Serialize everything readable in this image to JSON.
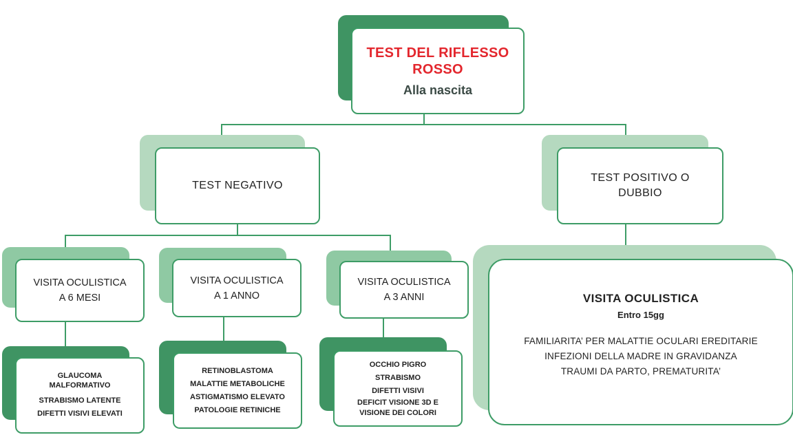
{
  "root": {
    "title_line1": "TEST DEL RIFLESSO",
    "title_line2": "ROSSO",
    "subtitle": "Alla nascita"
  },
  "negative": {
    "label": "TEST NEGATIVO"
  },
  "positive": {
    "line1": "TEST POSITIVO O",
    "line2": "DUBBIO"
  },
  "visits": [
    {
      "line1": "VISITA OCULISTICA",
      "line2": "A 6 MESI",
      "findings": [
        "GLAUCOMA",
        "MALFORMATIVO",
        "STRABISMO LATENTE",
        "DIFETTI VISIVI ELEVATI"
      ]
    },
    {
      "line1": "VISITA OCULISTICA",
      "line2": "A 1 ANNO",
      "findings": [
        "RETINOBLASTOMA",
        "MALATTIE METABOLICHE",
        "ASTIGMATISMO ELEVATO",
        "PATOLOGIE RETINICHE"
      ]
    },
    {
      "line1": "VISITA OCULISTICA",
      "line2": "A 3 ANNI",
      "findings": [
        "OCCHIO PIGRO",
        "STRABISMO",
        "DIFETTI VISIVI",
        "DEFICIT VISIONE 3D E",
        "VISIONE DEI COLORI"
      ]
    }
  ],
  "urgent": {
    "title": "VISITA OCULISTICA",
    "subtitle": "Entro 15gg",
    "items": [
      "FAMILIARITA’ PER MALATTIE OCULARI EREDITARIE",
      "INFEZIONI DELLA MADRE IN GRAVIDANZA",
      "TRAUMI DA PARTO, PREMATURITA’"
    ]
  }
}
